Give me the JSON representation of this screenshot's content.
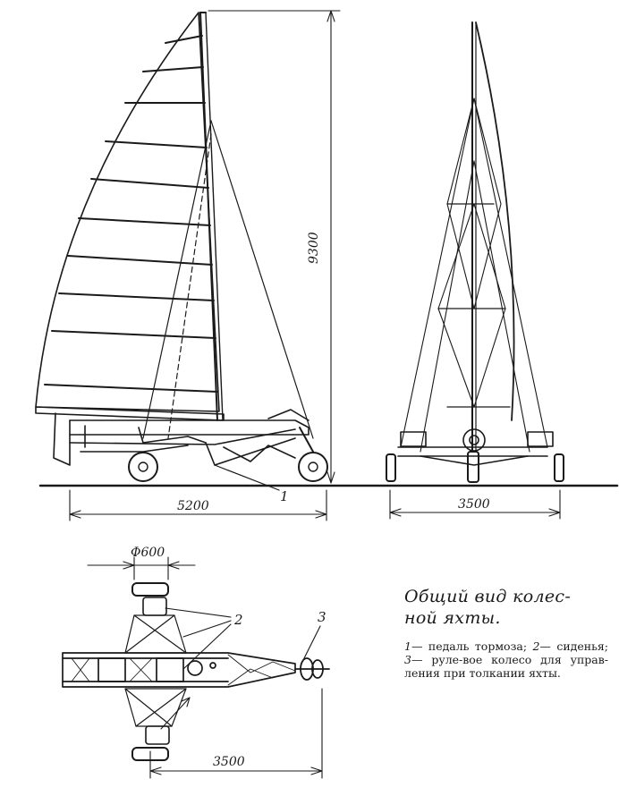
{
  "dimensions": {
    "side_length": "5200",
    "mast_height": "9300",
    "front_track": "3500",
    "plan_track": "3500",
    "wheel_diameter": "Φ600"
  },
  "callouts": {
    "brake_pedal": "1",
    "seats": "2",
    "steering_wheel": "3"
  },
  "caption": {
    "title_line1": "Общий вид колес-",
    "title_line2": "ной яхты.",
    "legend": [
      {
        "num": "1",
        "text": "— педаль тормоза;"
      },
      {
        "num": "2",
        "text": "— сиденья;"
      },
      {
        "num": "3",
        "text": "— руле-вое колесо для управ-ления при толкании яхты."
      }
    ]
  }
}
